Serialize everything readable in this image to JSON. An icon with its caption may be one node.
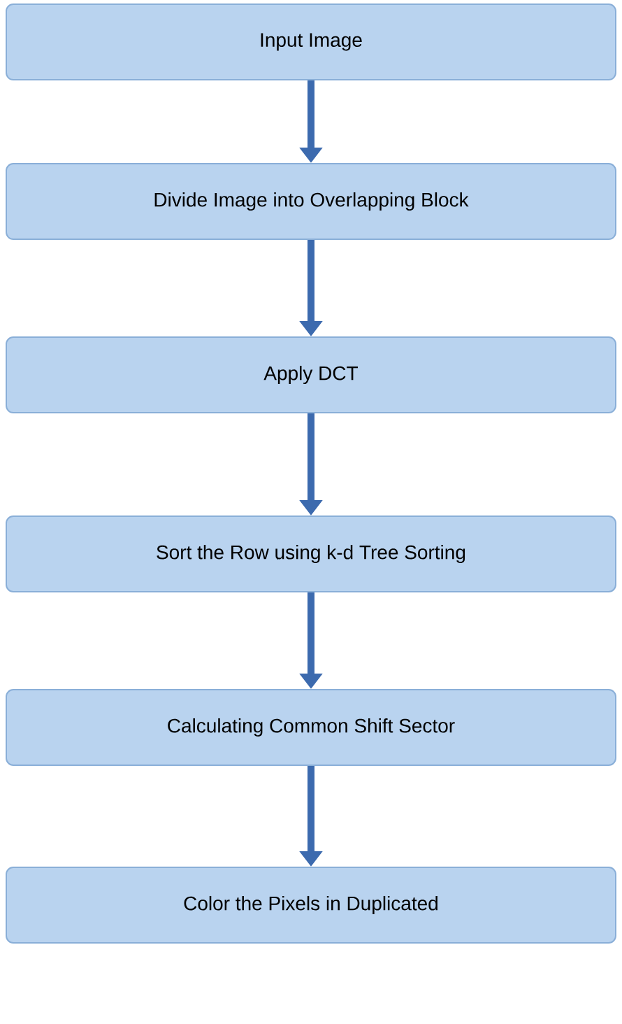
{
  "diagram": {
    "nodes": [
      {
        "text": [
          "Input Image"
        ]
      },
      {
        "text": [
          "Divide Image into Overlapping Block"
        ]
      },
      {
        "text": [
          "Apply DCT"
        ]
      },
      {
        "text": [
          "Sort the Row using k-d Tree Sorting"
        ]
      },
      {
        "text": [
          "Calculating Common Shift Sector"
        ]
      },
      {
        "text": [
          "Color the Pixels in Duplicated"
        ]
      }
    ],
    "edges": [
      {
        "from": 0,
        "to": 1,
        "arrow": "to"
      },
      {
        "from": 1,
        "to": 2,
        "arrow": "to"
      },
      {
        "from": 2,
        "to": 3,
        "arrow": "to"
      },
      {
        "from": 3,
        "to": 4,
        "arrow": "to"
      },
      {
        "from": 4,
        "to": 5,
        "arrow": "to"
      }
    ]
  }
}
